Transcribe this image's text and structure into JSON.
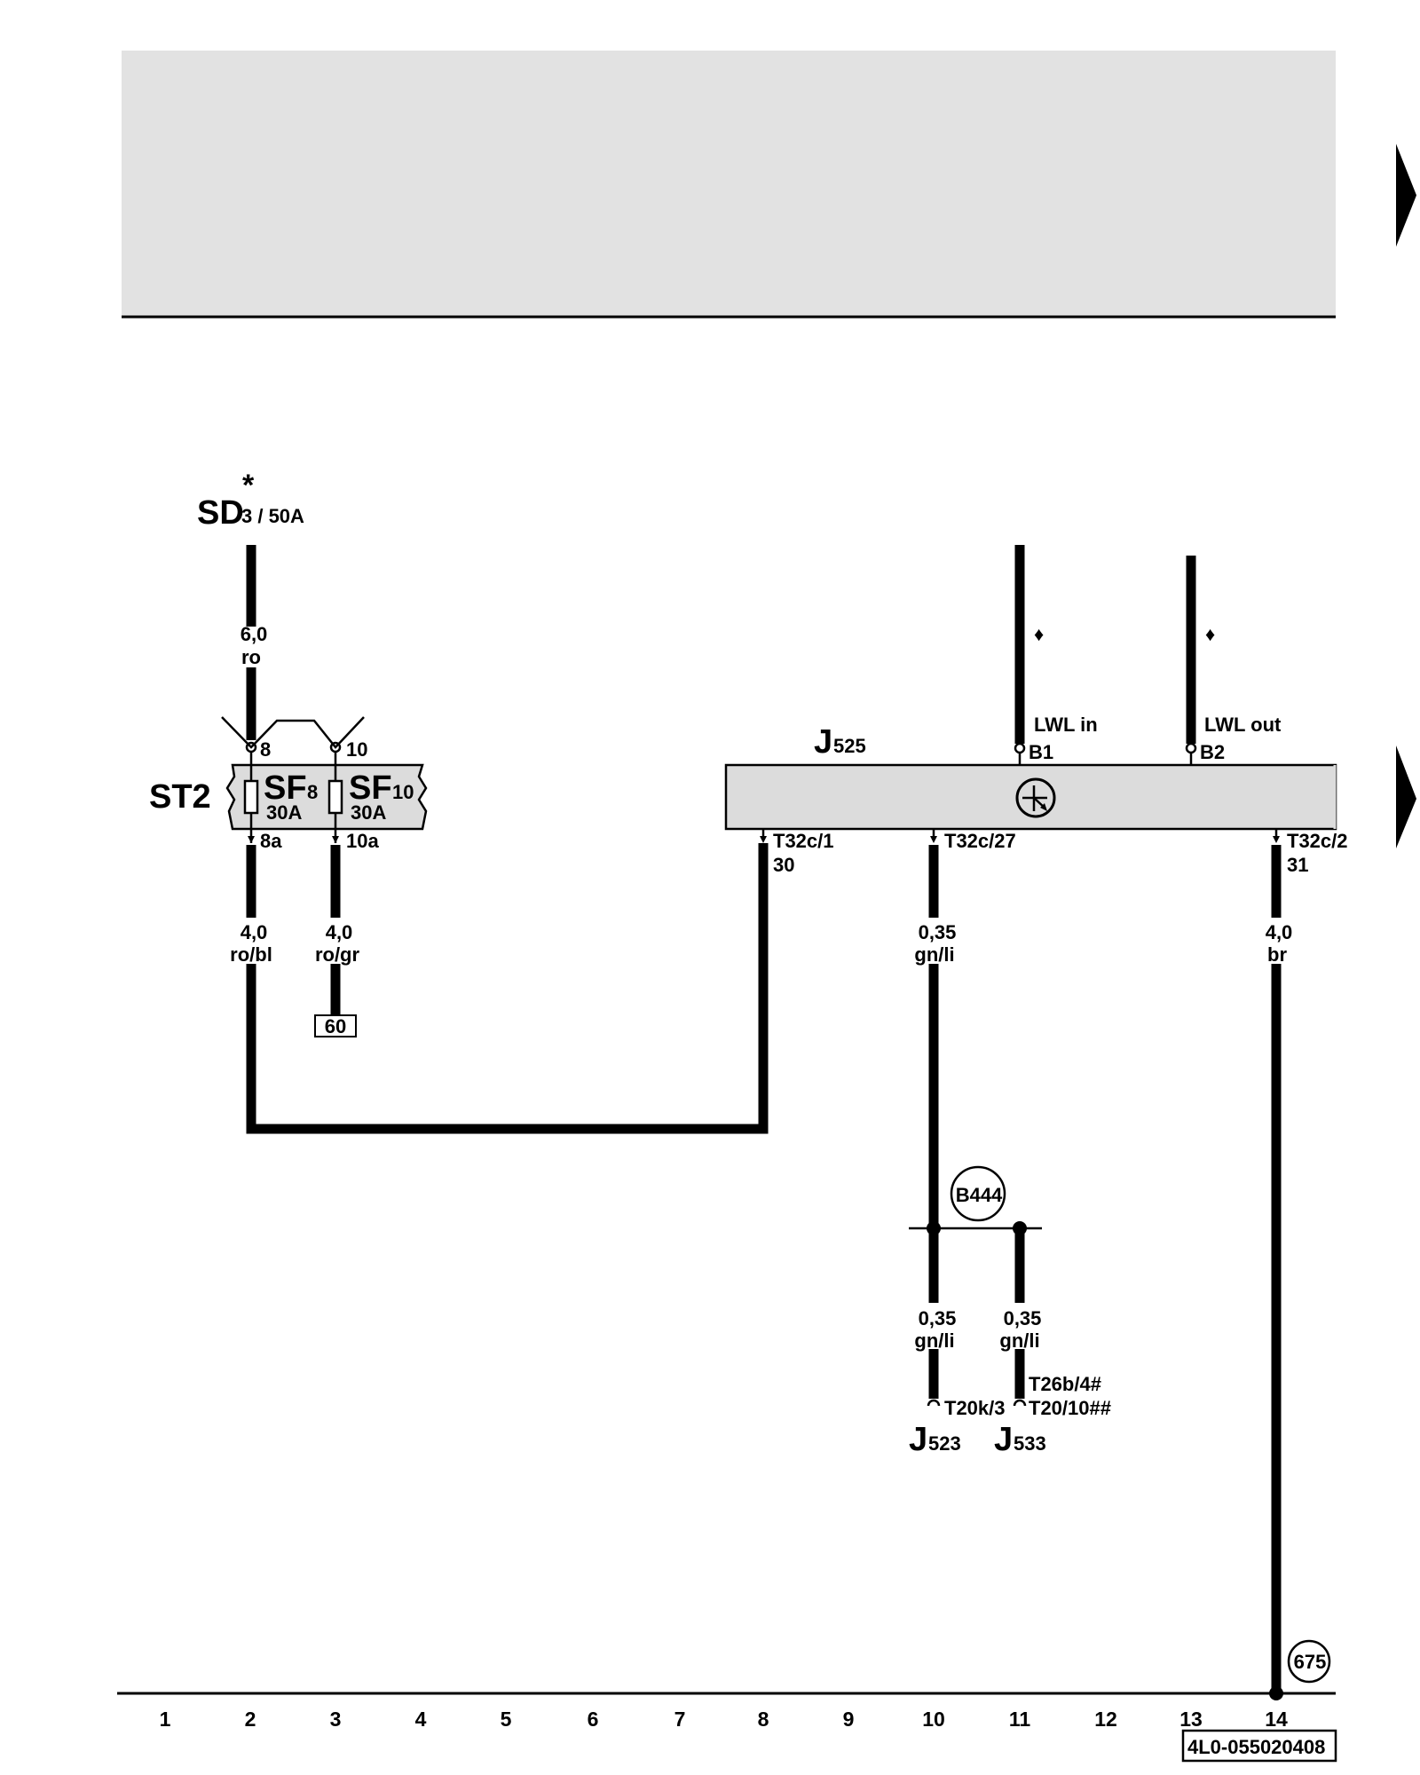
{
  "header": {
    "color": "#e2e2e2"
  },
  "power_source": {
    "name": "SD",
    "sub": "3 / 50A",
    "star": "*"
  },
  "fuse_box": {
    "name": "ST2",
    "fuses": [
      {
        "name": "SF",
        "index": "8",
        "rating": "30A",
        "pin_top": "8",
        "pin_bottom": "8a"
      },
      {
        "name": "SF",
        "index": "10",
        "rating": "30A",
        "pin_top": "10",
        "pin_bottom": "10a"
      }
    ]
  },
  "module": {
    "name": "J",
    "index": "525",
    "pins": [
      {
        "name": "T32c/1",
        "terminal": "30"
      },
      {
        "name": "T32c/27",
        "terminal": ""
      },
      {
        "name": "T32c/2",
        "terminal": "31"
      }
    ],
    "optical": [
      {
        "label": "LWL in",
        "pin": "B1"
      },
      {
        "label": "LWL out",
        "pin": "B2"
      }
    ],
    "diamond": "♦"
  },
  "wires": [
    {
      "size": "6,0",
      "color": "ro"
    },
    {
      "size": "4,0",
      "color": "ro/bl"
    },
    {
      "size": "4,0",
      "color": "ro/gr"
    },
    {
      "size": "0,35",
      "color": "gn/li"
    },
    {
      "size": "4,0",
      "color": "br"
    },
    {
      "size": "0,35",
      "color": "gn/li"
    },
    {
      "size": "0,35",
      "color": "gn/li"
    }
  ],
  "references": {
    "continuation": "60",
    "connection": "B444",
    "ground": "675"
  },
  "targets": [
    {
      "name": "J",
      "index": "523",
      "pin": "T20k/3",
      "pin2": ""
    },
    {
      "name": "J",
      "index": "533",
      "pin": "T26b/4#",
      "pin2": "T20/10##"
    }
  ],
  "grid": [
    "1",
    "2",
    "3",
    "4",
    "5",
    "6",
    "7",
    "8",
    "9",
    "10",
    "11",
    "12",
    "13",
    "14"
  ],
  "document_id": "4L0-055020408"
}
